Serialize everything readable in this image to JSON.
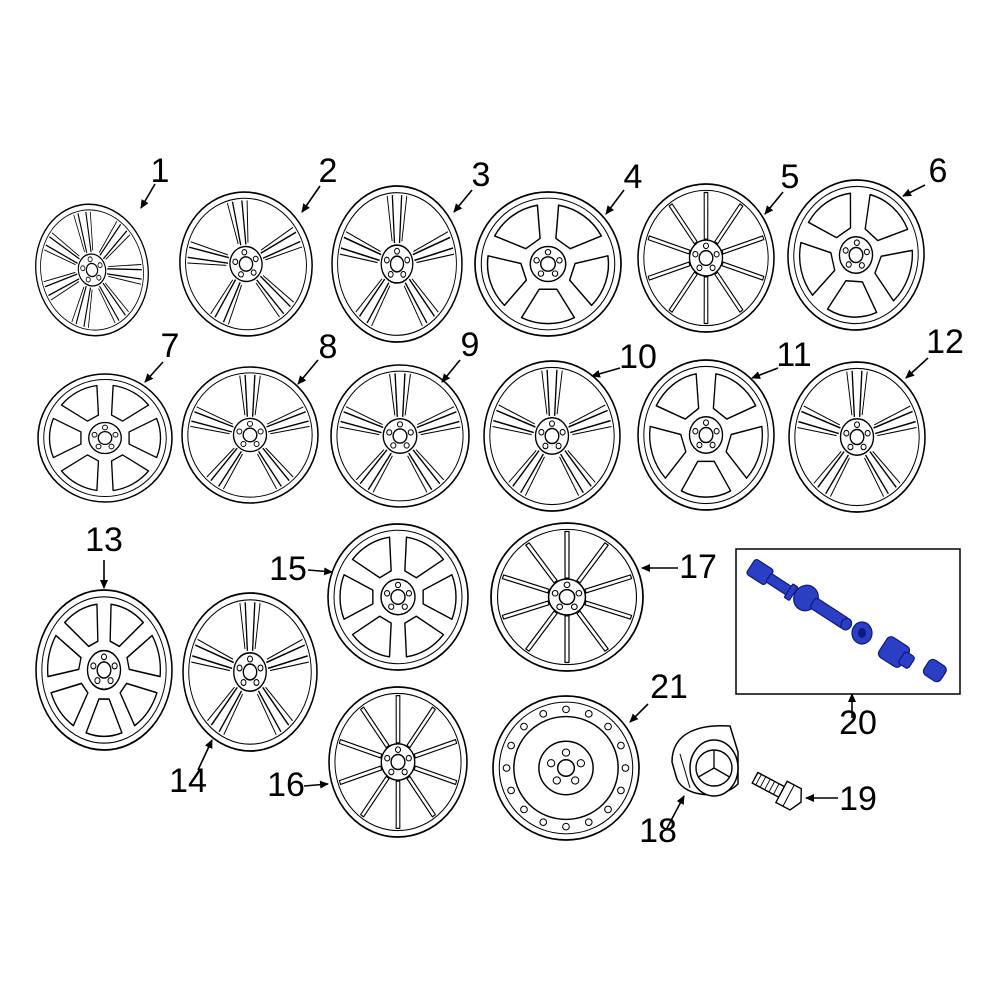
{
  "colors": {
    "line": "#000000",
    "background": "#ffffff",
    "highlight": "#2a3fc4",
    "highlight_shade": "#0e1a80"
  },
  "callouts": [
    {
      "id": 1,
      "label": "1"
    },
    {
      "id": 2,
      "label": "2"
    },
    {
      "id": 3,
      "label": "3"
    },
    {
      "id": 4,
      "label": "4"
    },
    {
      "id": 5,
      "label": "5"
    },
    {
      "id": 6,
      "label": "6"
    },
    {
      "id": 7,
      "label": "7"
    },
    {
      "id": 8,
      "label": "8"
    },
    {
      "id": 9,
      "label": "9"
    },
    {
      "id": 10,
      "label": "10"
    },
    {
      "id": 11,
      "label": "11"
    },
    {
      "id": 12,
      "label": "12"
    },
    {
      "id": 13,
      "label": "13"
    },
    {
      "id": 14,
      "label": "14"
    },
    {
      "id": 15,
      "label": "15"
    },
    {
      "id": 16,
      "label": "16"
    },
    {
      "id": 17,
      "label": "17"
    },
    {
      "id": 18,
      "label": "18"
    },
    {
      "id": 19,
      "label": "19"
    },
    {
      "id": 20,
      "label": "20"
    },
    {
      "id": 21,
      "label": "21"
    }
  ],
  "parts": {
    "wheels": [
      {
        "callout": 1,
        "spokes": 7,
        "style": "twin"
      },
      {
        "callout": 2,
        "spokes": 5,
        "style": "twin"
      },
      {
        "callout": 3,
        "spokes": 5,
        "style": "twin"
      },
      {
        "callout": 4,
        "spokes": 5,
        "style": "window"
      },
      {
        "callout": 5,
        "spokes": 10,
        "style": "thin"
      },
      {
        "callout": 6,
        "spokes": 5,
        "style": "window"
      },
      {
        "callout": 7,
        "spokes": 6,
        "style": "window"
      },
      {
        "callout": 8,
        "spokes": 5,
        "style": "twin"
      },
      {
        "callout": 9,
        "spokes": 5,
        "style": "twin"
      },
      {
        "callout": 10,
        "spokes": 5,
        "style": "twin"
      },
      {
        "callout": 11,
        "spokes": 5,
        "style": "window"
      },
      {
        "callout": 12,
        "spokes": 5,
        "style": "twin"
      },
      {
        "callout": 13,
        "spokes": 7,
        "style": "window"
      },
      {
        "callout": 14,
        "spokes": 5,
        "style": "twin"
      },
      {
        "callout": 15,
        "spokes": 6,
        "style": "window"
      },
      {
        "callout": 16,
        "spokes": 10,
        "style": "thin"
      },
      {
        "callout": 17,
        "spokes": 10,
        "style": "thin"
      },
      {
        "callout": 21,
        "spokes": 0,
        "style": "steel"
      }
    ],
    "accessories": [
      {
        "callout": 18,
        "kind": "center-cap"
      },
      {
        "callout": 19,
        "kind": "wheel-bolt"
      },
      {
        "callout": 20,
        "kind": "valve-stem-kit",
        "highlighted": true
      }
    ]
  }
}
